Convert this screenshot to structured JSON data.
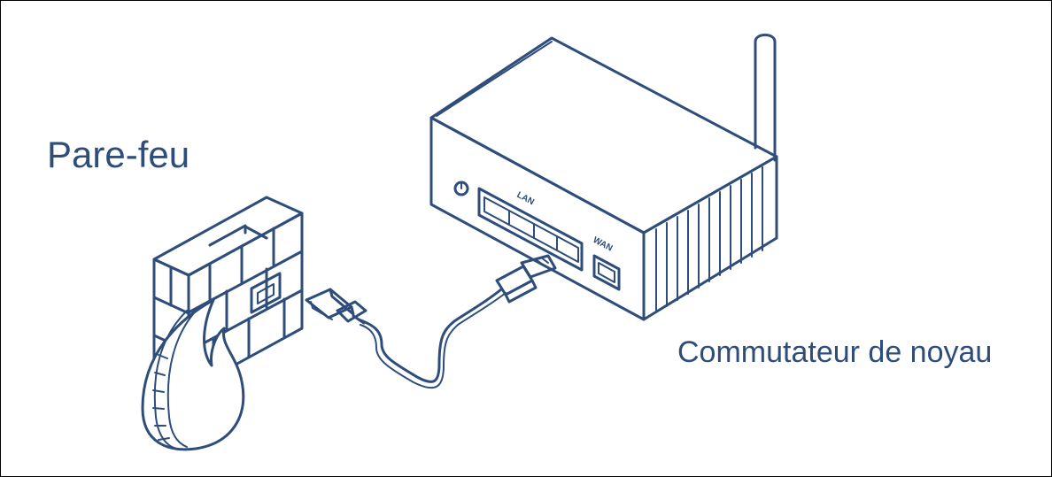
{
  "labels": {
    "firewall": "Pare-feu",
    "core_switch": "Commutateur de noyau",
    "lan_port_label": "LAN",
    "wan_port_label": "WAN"
  },
  "colors": {
    "stroke": "#2e4d7b",
    "text": "#2e4d7b",
    "background": "#ffffff",
    "border": "#000000"
  },
  "icons": {
    "firewall": "brick-wall-with-flame-icon",
    "switch": "router-with-antenna-icon",
    "cable": "ethernet-cable-icon"
  }
}
